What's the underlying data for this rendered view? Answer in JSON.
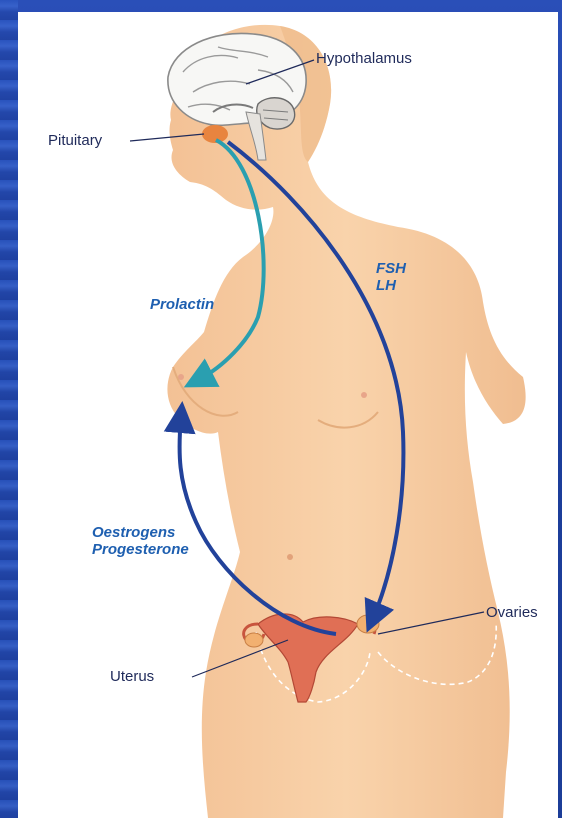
{
  "labels": {
    "hypothalamus": "Hypothalamus",
    "pituitary": "Pituitary",
    "prolactin": "Prolactin",
    "fsh": "FSH",
    "lh": "LH",
    "oestrogens": "Oestrogens",
    "progesterone": "Progesterone",
    "ovaries": "Ovaries",
    "uterus": "Uterus"
  },
  "colors": {
    "background": "#1a3fa0",
    "skin": "#f7cda2",
    "skin_shadow": "#e9b486",
    "prolactin_arrow": "#2a9fb0",
    "fsh_lh_arrow": "#22429a",
    "hormone_text": "#1e5fb0",
    "label_text": "#1f2a5a",
    "uterus": "#e2705a"
  }
}
